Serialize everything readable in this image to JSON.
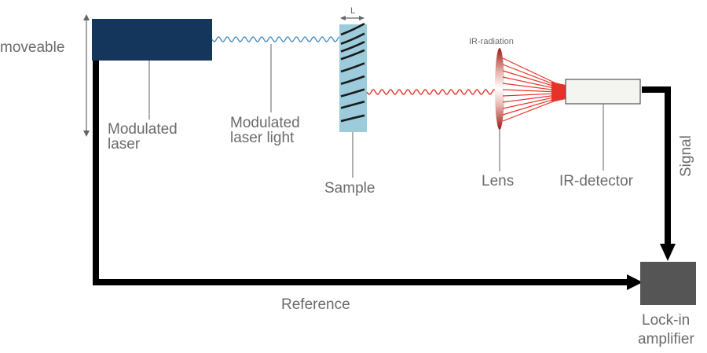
{
  "title": "Lock-in thermography / photothermal measurement setup",
  "labels": {
    "moveable": "moveable",
    "modulated_laser": [
      "Modulated",
      "laser"
    ],
    "modulated_laser_light": [
      "Modulated",
      "laser light"
    ],
    "sample": "Sample",
    "sample_thickness": "L",
    "ir_radiation": "IR-radiation",
    "lens": "Lens",
    "ir_detector": "IR-detector",
    "signal": "Signal",
    "reference": "Reference",
    "lock_in_amplifier": [
      "Lock-in",
      "amplifier"
    ]
  },
  "colors": {
    "laser": "#14365c",
    "laser_light_wave": "#4a8fc4",
    "sample": "#9ccbdb",
    "ir_wave": "#e5332a",
    "detector": "#f4f4f0",
    "lock_in": "#555555",
    "wire": "#000000",
    "text": "#6b6b6b"
  },
  "components": [
    {
      "id": "laser",
      "name": "Modulated laser"
    },
    {
      "id": "sample",
      "name": "Sample"
    },
    {
      "id": "lens",
      "name": "Lens"
    },
    {
      "id": "detector",
      "name": "IR-detector"
    },
    {
      "id": "lockin",
      "name": "Lock-in amplifier"
    }
  ],
  "connections": [
    {
      "from": "laser",
      "to": "sample",
      "label": "Modulated laser light"
    },
    {
      "from": "sample",
      "to": "lens",
      "label": "IR-radiation"
    },
    {
      "from": "detector",
      "to": "lockin",
      "label": "Signal"
    },
    {
      "from": "laser",
      "to": "lockin",
      "label": "Reference"
    }
  ]
}
